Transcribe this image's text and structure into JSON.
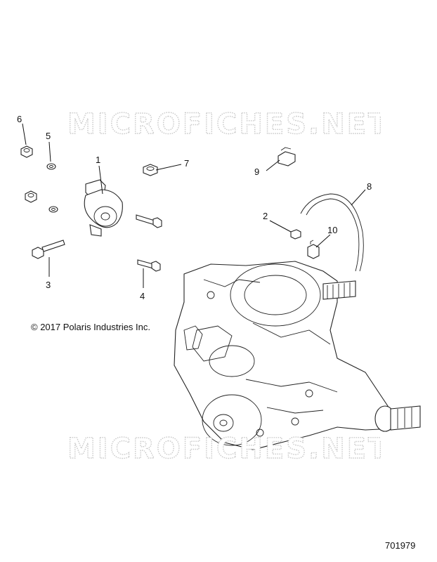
{
  "watermark": {
    "text": "MICROFICHES.NET"
  },
  "copyright": "© 2017 Polaris Industries Inc.",
  "drawing_number": "701979",
  "callouts": [
    {
      "id": "1",
      "label": "1"
    },
    {
      "id": "2",
      "label": "2"
    },
    {
      "id": "3",
      "label": "3"
    },
    {
      "id": "4",
      "label": "4"
    },
    {
      "id": "5",
      "label": "5"
    },
    {
      "id": "6",
      "label": "6"
    },
    {
      "id": "7",
      "label": "7"
    },
    {
      "id": "8",
      "label": "8"
    },
    {
      "id": "9",
      "label": "9"
    },
    {
      "id": "10",
      "label": "10"
    }
  ]
}
